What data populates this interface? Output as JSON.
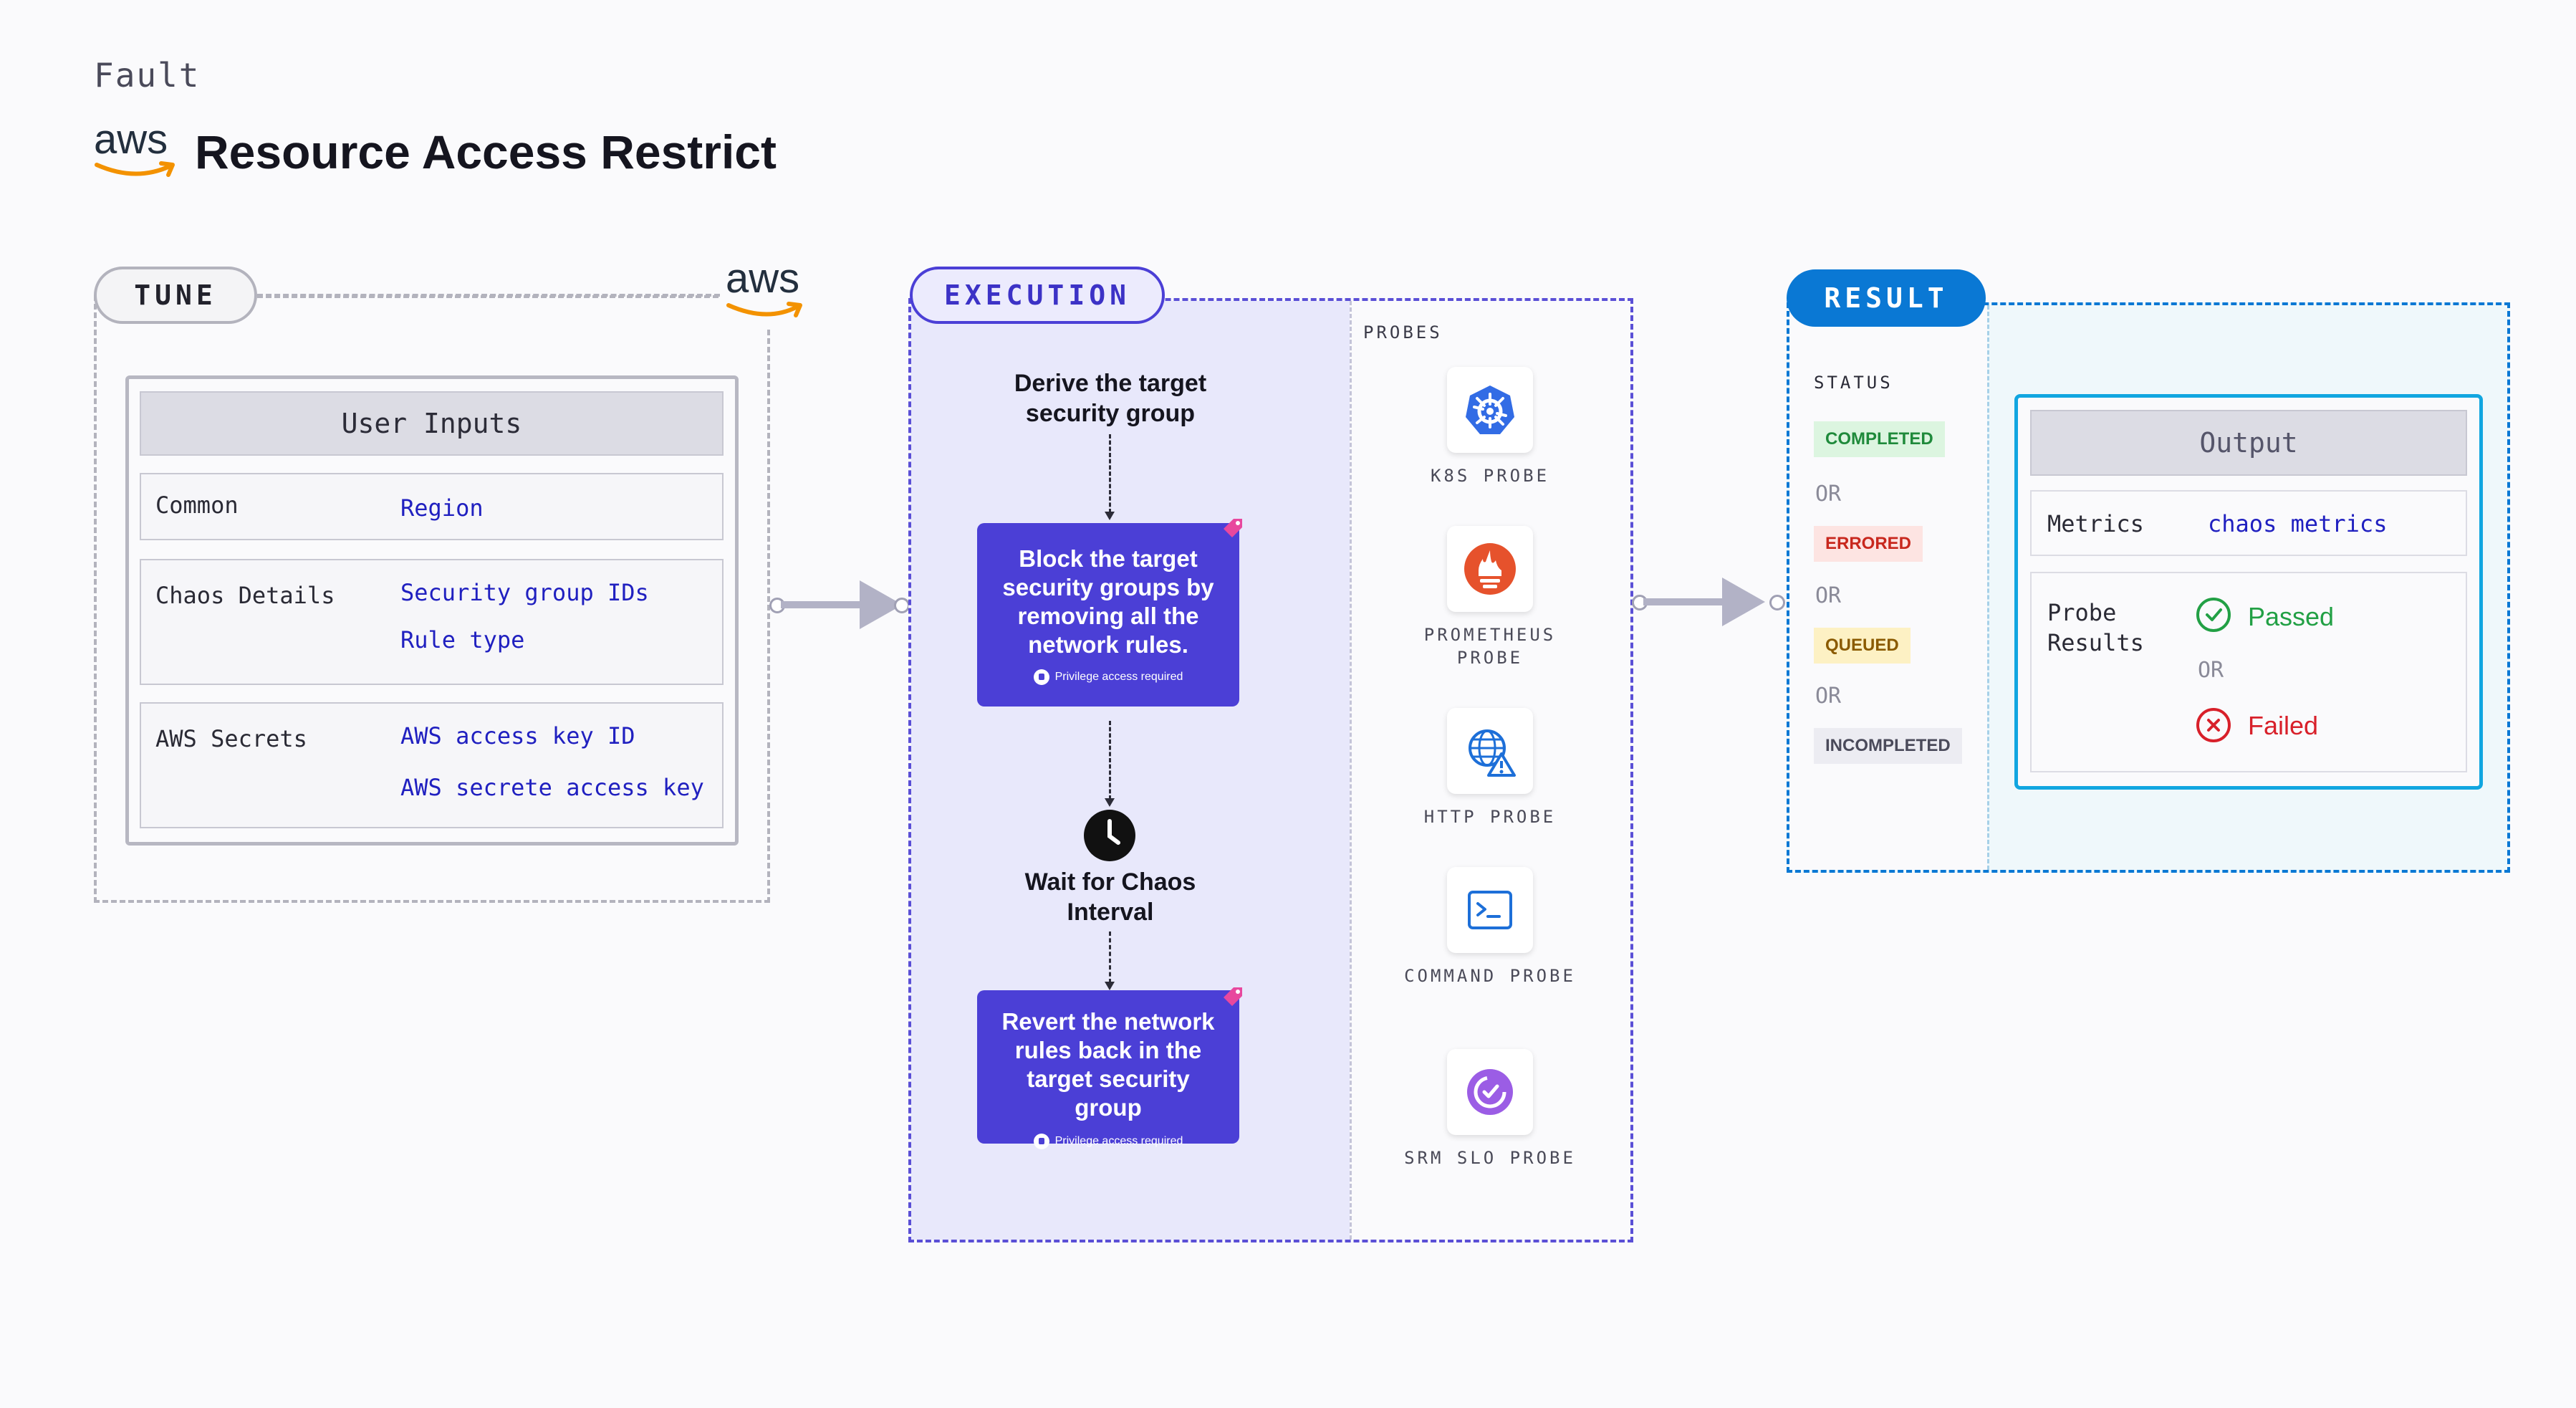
{
  "header": {
    "eyebrow": "Fault",
    "logo_text": "aws",
    "title": "Resource Access Restrict"
  },
  "tune": {
    "pill": "TUNE",
    "logo_text": "aws",
    "panel_title": "User Inputs",
    "rows": [
      {
        "label": "Common",
        "values": [
          "Region"
        ]
      },
      {
        "label": "Chaos Details",
        "values": [
          "Security group IDs",
          "Rule type"
        ]
      },
      {
        "label": "AWS Secrets",
        "values": [
          "AWS access key ID",
          "AWS secrete access key"
        ]
      }
    ]
  },
  "execution": {
    "pill": "EXECUTION",
    "steps": {
      "derive": "Derive the target security group",
      "block": "Block the target security groups by removing all the network rules.",
      "wait": "Wait for Chaos Interval",
      "revert": "Revert the network rules back in the target security group",
      "privilege_note": "Privilege access required"
    },
    "probes_label": "PROBES",
    "probes": [
      {
        "name": "K8S PROBE",
        "icon": "kubernetes-icon"
      },
      {
        "name": "PROMETHEUS PROBE",
        "icon": "prometheus-icon"
      },
      {
        "name": "HTTP PROBE",
        "icon": "http-globe-icon"
      },
      {
        "name": "COMMAND PROBE",
        "icon": "terminal-icon"
      },
      {
        "name": "SRM SLO PROBE",
        "icon": "slo-icon"
      }
    ]
  },
  "result": {
    "pill": "RESULT",
    "status_label": "STATUS",
    "statuses": [
      {
        "label": "COMPLETED",
        "color": "#1f8a3b",
        "bg": "#dcf5e0"
      },
      {
        "label": "ERRORED",
        "color": "#c8281e",
        "bg": "#fde4e2"
      },
      {
        "label": "QUEUED",
        "color": "#8a5a00",
        "bg": "#fdf1c4"
      },
      {
        "label": "INCOMPLETED",
        "color": "#4a4a5a",
        "bg": "#ececf2"
      }
    ],
    "or_text": "OR",
    "output_title": "Output",
    "metrics_label": "Metrics",
    "metrics_value": "chaos metrics",
    "probe_results_label": "Probe Results",
    "passed": "Passed",
    "failed": "Failed",
    "passed_color": "#22a045",
    "failed_color": "#d8202a"
  }
}
